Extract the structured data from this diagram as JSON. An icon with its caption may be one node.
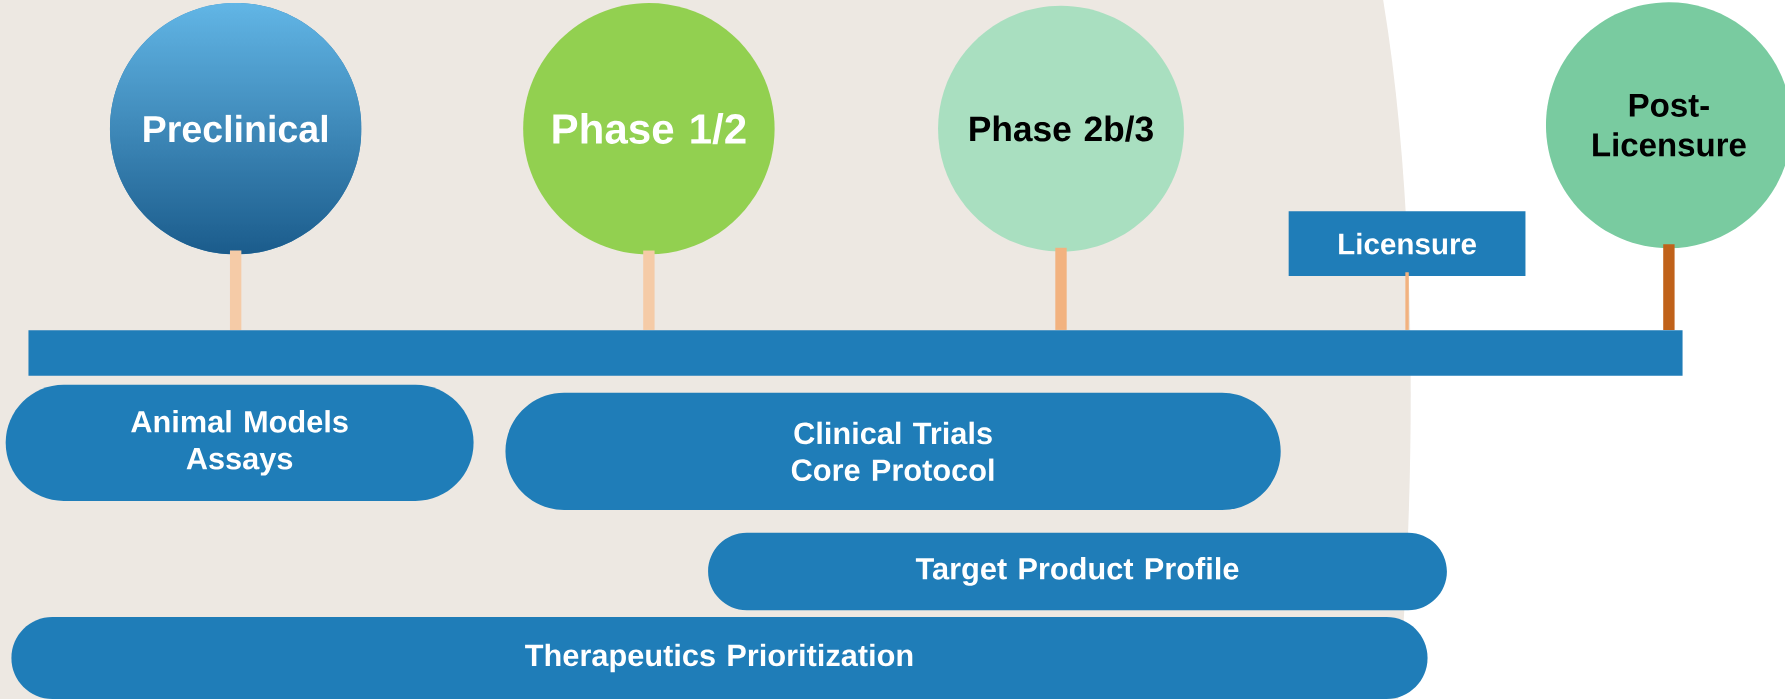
{
  "diagram": {
    "nodes": [
      {
        "text": [
          "Preclinical"
        ]
      },
      {
        "text": [
          "Phase 1/2"
        ]
      },
      {
        "text": [
          "Phase 2b/3"
        ]
      },
      {
        "text": [
          "Licensure"
        ]
      },
      {
        "text": [
          "Post-Licensure"
        ]
      },
      {
        "text": [],
        "shape": "bar"
      },
      {
        "text": [
          "Animal Models",
          "Assays"
        ]
      },
      {
        "text": [
          "Clinical Trials",
          "Core Protocol"
        ]
      },
      {
        "text": [
          "Target Product Profile"
        ]
      },
      {
        "text": [
          "Therapeutics Prioritization"
        ]
      }
    ],
    "edges": [
      {
        "from": 0,
        "to": 5,
        "arrow": "none"
      },
      {
        "from": 1,
        "to": 5,
        "arrow": "none"
      },
      {
        "from": 2,
        "to": 5,
        "arrow": "none",
        "color": "#f2b27f"
      },
      {
        "from": 3,
        "to": 5,
        "arrow": "none",
        "color": "#f2b27f"
      },
      {
        "from": 4,
        "to": 5,
        "arrow": "none",
        "color": "#c0621a"
      }
    ]
  }
}
